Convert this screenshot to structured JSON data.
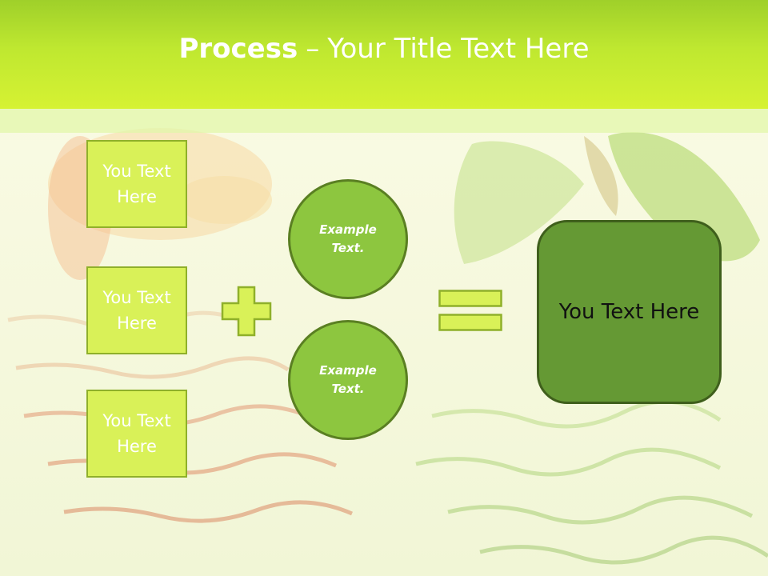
{
  "slide": {
    "title_bold": "Process",
    "title_dash": "–",
    "title_rest": "Your Title Text Here"
  },
  "left_boxes": [
    {
      "label_line1": "You Text",
      "label_line2": "Here"
    },
    {
      "label_line1": "You Text",
      "label_line2": "Here"
    },
    {
      "label_line1": "You Text",
      "label_line2": "Here"
    }
  ],
  "circles": [
    {
      "line1": "Example",
      "line2": "Text."
    },
    {
      "line1": "Example",
      "line2": "Text."
    }
  ],
  "result": {
    "label": "You Text Here"
  },
  "symbols": {
    "plus": "plus-icon",
    "equals": "equals-icon"
  },
  "colors": {
    "title_bar": "#bfe830",
    "box_fill": "#d9f158",
    "circle_fill": "#8dc63f",
    "result_fill": "#659934"
  }
}
